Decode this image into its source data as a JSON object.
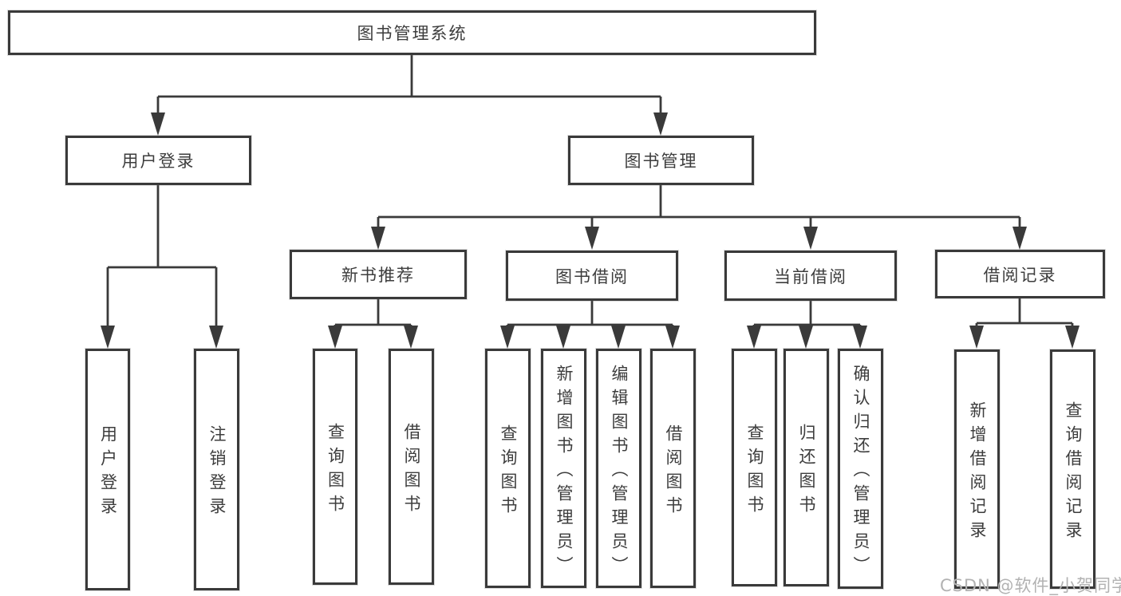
{
  "colors": {
    "line": "#3a3a3a",
    "box_border": "#3a3a3a",
    "box_fill": "#ffffff",
    "text": "#3d3d3d",
    "watermark": "#b2b2b2",
    "background": "#ffffff"
  },
  "tree": {
    "root": {
      "label": "图书管理系统"
    },
    "branches": [
      {
        "label": "用户登录",
        "children": [
          {
            "label": "用户登录"
          },
          {
            "label": "注销登录"
          }
        ]
      },
      {
        "label": "图书管理",
        "children": [
          {
            "label": "新书推荐",
            "children": [
              {
                "label": "查询图书"
              },
              {
                "label": "借阅图书"
              }
            ]
          },
          {
            "label": "图书借阅",
            "children": [
              {
                "label": "查询图书"
              },
              {
                "label": "新增图书（管理员）"
              },
              {
                "label": "编辑图书（管理员）"
              },
              {
                "label": "借阅图书"
              }
            ]
          },
          {
            "label": "当前借阅",
            "children": [
              {
                "label": "查询图书"
              },
              {
                "label": "归还图书"
              },
              {
                "label": "确认归还（管理员）"
              }
            ]
          },
          {
            "label": "借阅记录",
            "children": [
              {
                "label": "新增借阅记录"
              },
              {
                "label": "查询借阅记录"
              }
            ]
          }
        ]
      }
    ]
  },
  "watermark": {
    "text": "CSDN @软件_小贺同学"
  }
}
